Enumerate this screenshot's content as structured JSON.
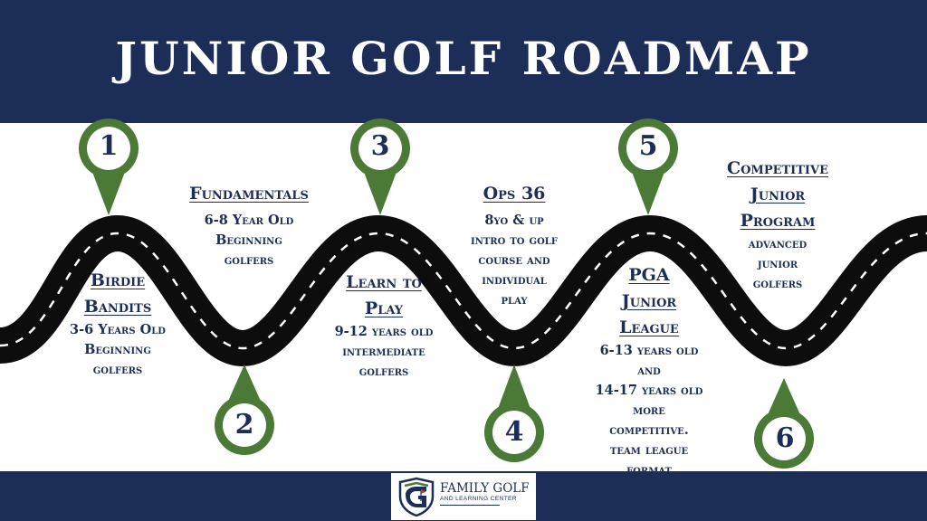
{
  "header": {
    "title": "JUNIOR GOLF ROADMAP"
  },
  "colors": {
    "navy": "#1c2e57",
    "pin_green": "#4a7a35",
    "road_black": "#0d0d0d",
    "road_dash": "#ffffff"
  },
  "pins": [
    {
      "number": "1"
    },
    {
      "number": "2"
    },
    {
      "number": "3"
    },
    {
      "number": "4"
    },
    {
      "number": "5"
    },
    {
      "number": "6"
    }
  ],
  "stages": [
    {
      "title_lines": [
        "Birdie",
        "Bandits"
      ],
      "description_lines": [
        "3-6 Years Old",
        "Beginning",
        "golfers"
      ]
    },
    {
      "title_lines": [
        "Fundamentals"
      ],
      "description_lines": [
        "6-8 Year Old",
        "Beginning",
        "golfers"
      ]
    },
    {
      "title_lines": [
        "Learn to",
        "Play"
      ],
      "description_lines": [
        "9-12 years old",
        "intermediate",
        "golfers"
      ]
    },
    {
      "title_lines": [
        "Ops 36"
      ],
      "description_lines": [
        "8yo & up",
        "intro to golf",
        "course and",
        "individual",
        "play"
      ]
    },
    {
      "title_lines": [
        "PGA",
        "Junior",
        "League"
      ],
      "description_lines": [
        "6-13 years old",
        "and",
        "14-17 years old",
        "more",
        "competitive.",
        "team league",
        "format"
      ]
    },
    {
      "title_lines": [
        "Competitive",
        "Junior",
        "Program"
      ],
      "description_lines": [
        "advanced",
        "junior",
        "golfers"
      ]
    }
  ],
  "footer": {
    "logo_name": "FAMILY GOLF",
    "logo_subtitle": "AND LEARNING CENTER"
  }
}
